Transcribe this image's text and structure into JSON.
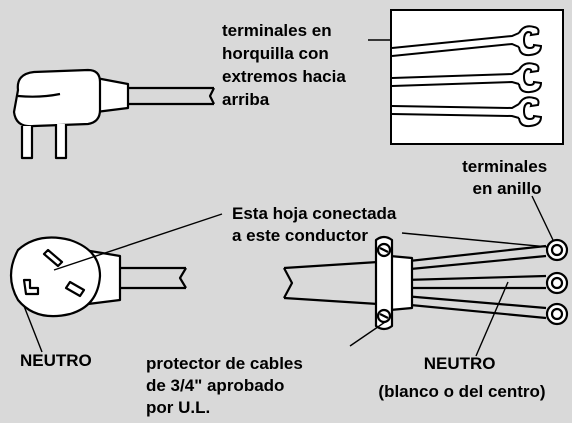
{
  "colors": {
    "background": "#d9d9d9",
    "inset": "#ffffff",
    "line": "#000000",
    "plug_fill": "#ffffff"
  },
  "labels": {
    "fork_terminals": [
      "terminales en",
      "horquilla con",
      "extremos hacia",
      "arriba"
    ],
    "ring_terminals": [
      "terminales",
      "en anillo"
    ],
    "sheet_connected": [
      "Esta hoja conectada",
      "a este conductor"
    ],
    "neutral_plug": "NEUTRO",
    "strain_relief": [
      "protector de cables",
      "de 3/4\" aprobado",
      "por U.L."
    ],
    "neutral_wire": [
      "NEUTRO",
      "(blanco o del centro)"
    ]
  },
  "icons": {
    "three_prong_plug": "angled-plug-icon",
    "fork_inset": "fork-terminal-icon",
    "round_plug": "four-prong-plug-icon",
    "ring_terminal": "ring-terminal-icon",
    "strain_relief": "cable-clamp-icon"
  }
}
